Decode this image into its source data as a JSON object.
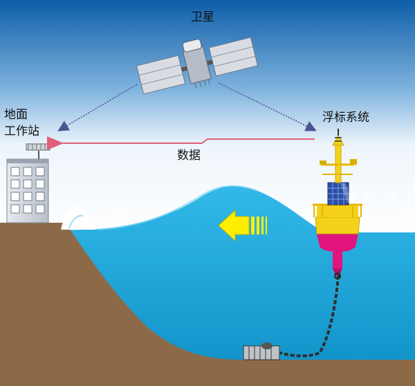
{
  "labels": {
    "satellite": "卫星",
    "ground_station_line1": "地面",
    "ground_station_line2": "工作站",
    "buoy_system": "浮标系统",
    "data_link": "数据"
  },
  "watermark": "VERY",
  "colors": {
    "sky_top": "#0d5da8",
    "sky_bottom": "#ffffff",
    "sea": "#1fa7dc",
    "seabed": "#8c6a47",
    "data_arrow": "#e0607a",
    "signal_line": "#4a5590",
    "wave_arrow": "#ffee00",
    "buoy_yellow": "#f4d21b",
    "buoy_magenta": "#e0147c"
  }
}
